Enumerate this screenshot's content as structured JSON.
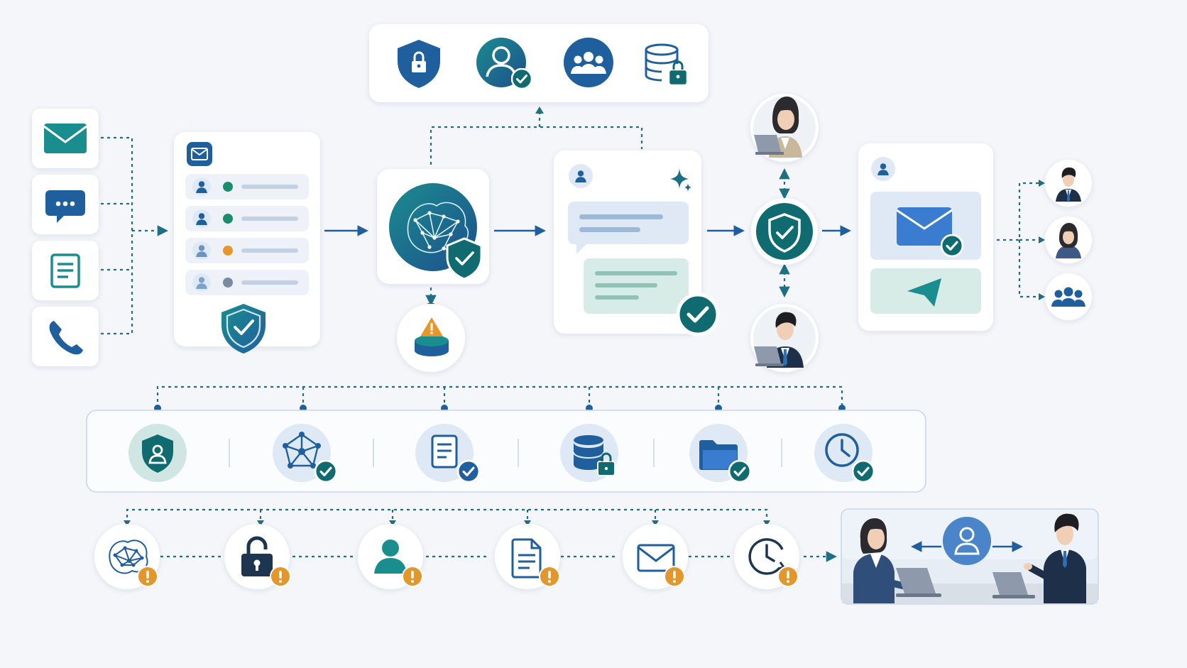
{
  "colors": {
    "background": "#f4f6fa",
    "card": "#ffffff",
    "primary_blue": "#1f5f9e",
    "teal": "#1a7f86",
    "dark_teal": "#0f6b70",
    "alert_orange": "#e2962b",
    "connector": "#1e6f86",
    "panel_border": "#c9d7ea",
    "soft_blue_fill": "#dfe9f6",
    "soft_green_fill": "#d7ece6"
  },
  "diagram": {
    "input_channels": [
      {
        "name": "email-channel",
        "icon": "envelope-icon"
      },
      {
        "name": "chat-channel",
        "icon": "chat-bubble-icon"
      },
      {
        "name": "document-channel",
        "icon": "document-icon"
      },
      {
        "name": "phone-channel",
        "icon": "phone-icon"
      }
    ],
    "inbox_queue": {
      "header_icon": "envelope-icon",
      "rows": [
        {
          "status": "green"
        },
        {
          "status": "green"
        },
        {
          "status": "orange"
        },
        {
          "status": "gray"
        }
      ],
      "footer_icon": "shield-check-icon"
    },
    "ai_engine": {
      "icon": "brain-network-icon",
      "badge": "shield-check-icon"
    },
    "risk_store": {
      "icon": "database-warning-icon"
    },
    "security_panel": {
      "icons": [
        "lock-shield-icon",
        "verified-user-icon",
        "group-icon",
        "database-lock-icon"
      ]
    },
    "draft_card": {
      "icons": [
        "user-icon",
        "sparkle-icon",
        "check-icon"
      ]
    },
    "approval_node": {
      "icon": "shield-check-icon"
    },
    "reviewers": [
      "reviewer-woman-laptop",
      "reviewer-man-laptop"
    ],
    "delivery_card": {
      "icons": [
        "user-icon",
        "envelope-check-icon",
        "send-icon"
      ]
    },
    "recipients": [
      "recipient-man",
      "recipient-woman",
      "recipient-group"
    ],
    "controls_bar": [
      "shield-user-icon",
      "network-check-icon",
      "document-check-icon",
      "database-lock-icon",
      "folder-check-icon",
      "clock-check-icon"
    ],
    "alerts_row": [
      "brain-alert-icon",
      "unlock-alert-icon",
      "user-alert-icon",
      "document-alert-icon",
      "envelope-alert-icon",
      "clock-alert-icon"
    ],
    "meeting_scene": {
      "icon": "user-icon"
    }
  }
}
